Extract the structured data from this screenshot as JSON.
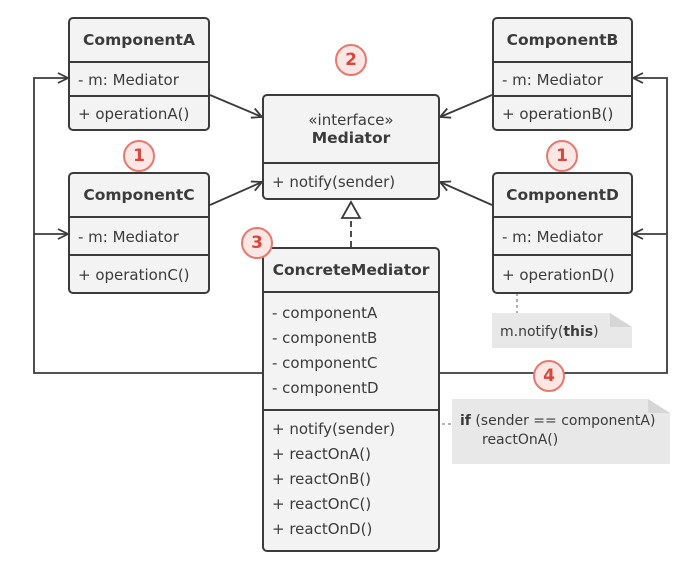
{
  "components": {
    "a": {
      "name": "ComponentA",
      "field": "- m: Mediator",
      "method": "+ operationA()"
    },
    "b": {
      "name": "ComponentB",
      "field": "- m: Mediator",
      "method": "+ operationB()"
    },
    "c": {
      "name": "ComponentC",
      "field": "- m: Mediator",
      "method": "+ operationC()"
    },
    "d": {
      "name": "ComponentD",
      "field": "- m: Mediator",
      "method": "+ operationD()"
    }
  },
  "mediator": {
    "stereotype": "«interface»",
    "name": "Mediator",
    "method": "+ notify(sender)"
  },
  "concrete": {
    "name": "ConcreteMediator",
    "fields": [
      "- componentA",
      "- componentB",
      "- componentC",
      "- componentD"
    ],
    "methods": [
      "+ notify(sender)",
      "+ reactOnA()",
      "+ reactOnB()",
      "+ reactOnC()",
      "+ reactOnD()"
    ]
  },
  "notes": {
    "notify_call": {
      "prefix": "m.notify(",
      "keyword": "this",
      "suffix": ")"
    },
    "notify_impl": {
      "keyword": "if",
      "condition": " (sender == componentA)",
      "body": "reactOnA()"
    }
  },
  "badges": [
    "1",
    "1",
    "2",
    "3",
    "4"
  ],
  "colors": {
    "stroke": "#3b3b3b",
    "box_fill": "#f3f3f3",
    "note_fill": "#e8e8e8",
    "badge_fill": "#fce7e4",
    "badge_border": "#e8786d",
    "badge_text": "#d9473c"
  }
}
